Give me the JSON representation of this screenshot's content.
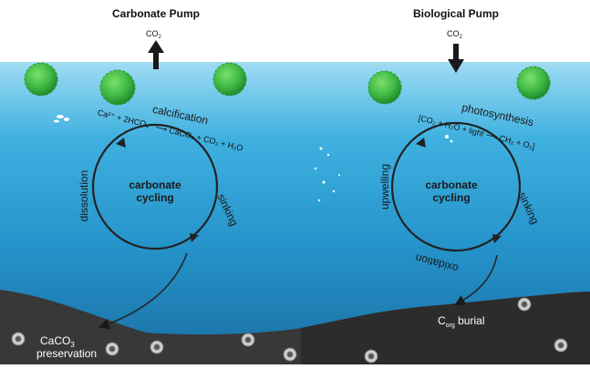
{
  "headers": {
    "left": "Carbonate Pump",
    "right": "Biological Pump"
  },
  "gas": {
    "left": "CO",
    "left_sub": "2",
    "right": "CO",
    "right_sub": "2"
  },
  "left_cycle": {
    "center_line1": "carbonate",
    "center_line2": "cycling",
    "top_label": "calcification",
    "left_label": "dissolution",
    "right_label": "sinking",
    "equation": "Ca²⁺ + 2HCO₃⁻ ⟶ CaCO₃ + CO₂ + H₂O"
  },
  "right_cycle": {
    "center_line1": "carbonate",
    "center_line2": "cycling",
    "top_label": "photosynthesis",
    "left_label": "upwelling",
    "right_label": "sinking",
    "bottom_label": "oxidation",
    "equation": "[CO₂ + H₂O + light ⟶ CH₂ + O₂]"
  },
  "seafloor": {
    "left_line1": "CaCO",
    "left_line1_sub": "3",
    "left_line2": "preservation",
    "right_text_main": "C",
    "right_text_sub": "org",
    "right_text_rest": " burial"
  },
  "colors": {
    "sky": "#ffffff",
    "ocean_top": "#8fd3ef",
    "ocean_mid": "#2aa0d4",
    "ocean_deep": "#1b78ad",
    "sediment": "#3a3a3a",
    "plankton": "#3fc24a"
  }
}
